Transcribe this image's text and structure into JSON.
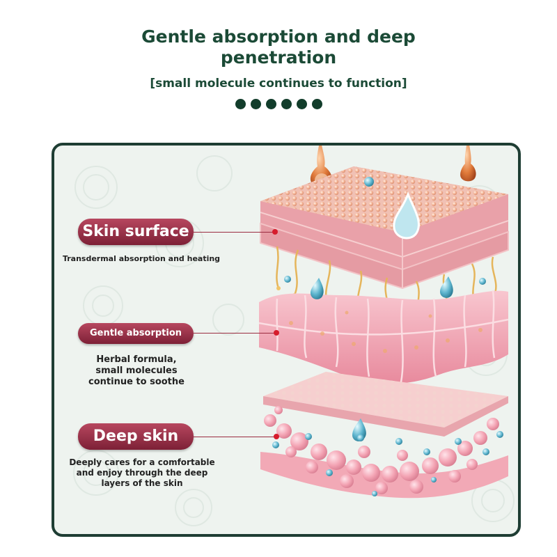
{
  "header": {
    "title_line1": "Gentle absorption and deep",
    "title_line2": "penetration",
    "subtitle": "[small molecule continues to function]",
    "dot_count": 6,
    "dot_color": "#123d2b"
  },
  "colors": {
    "panel_border": "#1e3d33",
    "label_pill": "#9b3048",
    "pointer_dot": "#d61c2c",
    "title_text": "#1b4a36"
  },
  "layers": [
    {
      "label": "Skin surface",
      "description_lines": [
        "Transdermal absorption and heating"
      ]
    },
    {
      "label": "Gentle absorption",
      "description_lines": [
        "Herbal formula,",
        "small molecules",
        "continue to soothe"
      ]
    },
    {
      "label": "Deep skin",
      "description_lines": [
        "Deeply cares for a comfortable",
        "and enjoy through the deep",
        "layers of the skin"
      ]
    }
  ]
}
